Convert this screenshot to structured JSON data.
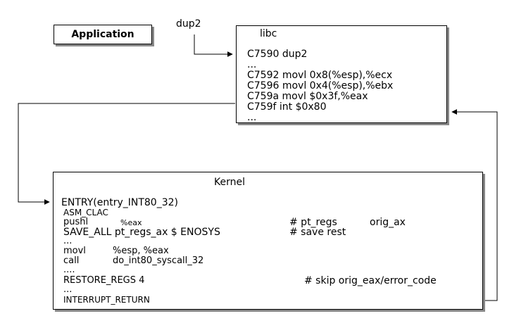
{
  "application": {
    "label": "Application"
  },
  "call_label": "dup2",
  "libc": {
    "title": "libc",
    "lines": [
      "C7590 dup2",
      "...",
      "C7592 movl 0x8(%esp),%ecx",
      "C7596 movl 0x4(%esp),%ebx",
      "C759a movl $0x3f,%eax",
      "C759f int $0x80",
      "..."
    ]
  },
  "kernel": {
    "title": "Kernel",
    "entry": "ENTRY(entry_INT80_32)",
    "asm_clac": "ASM_CLAC",
    "pushl_op": "pushl",
    "pushl_arg": "%eax",
    "pushl_comment_a": "# pt_regs",
    "pushl_comment_b": "orig_ax",
    "save_all": "SAVE_ALL pt_regs_ax $ ENOSYS",
    "save_all_comment": "# save rest",
    "dots1": "...",
    "movl_op": "movl",
    "movl_args": "%esp, %eax",
    "call_op": "call",
    "call_arg": "do_int80_syscall_32",
    "dots2": "....",
    "restore": "RESTORE_REGS 4",
    "restore_comment": "# skip orig_eax/error_code",
    "dots3": "...",
    "iret": "INTERRUPT_RETURN"
  }
}
